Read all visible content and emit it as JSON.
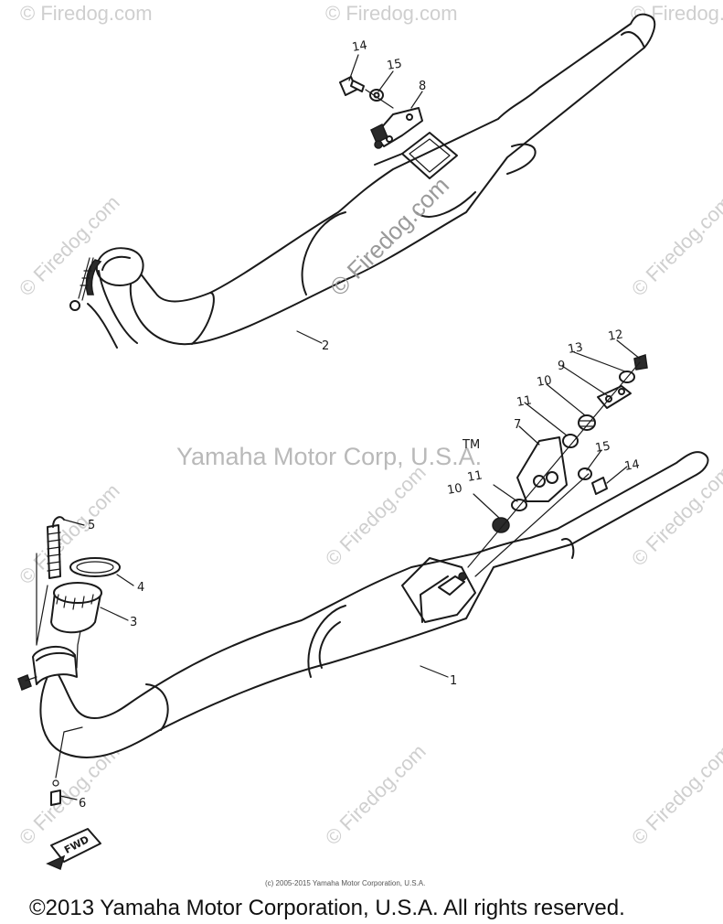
{
  "watermarks": {
    "site": "© Firedog.com",
    "trademark": "Yamaha Motor Corp, U.S.A.",
    "tm": "TM"
  },
  "callouts": {
    "c1": "1",
    "c2": "2",
    "c3": "3",
    "c4": "4",
    "c5": "5",
    "c6": "6",
    "c7": "7",
    "c8": "8",
    "c9": "9",
    "c10a": "10",
    "c10b": "10",
    "c11a": "11",
    "c11b": "11",
    "c12": "12",
    "c13": "13",
    "c14a": "14",
    "c14b": "14",
    "c15a": "15",
    "c15b": "15"
  },
  "fwd_label": "FWD",
  "small_copyright": "(c) 2005-2015 Yamaha Motor Corporation, U.S.A.",
  "footer_copyright": "©2013 Yamaha Motor Corporation, U.S.A. All rights reserved."
}
